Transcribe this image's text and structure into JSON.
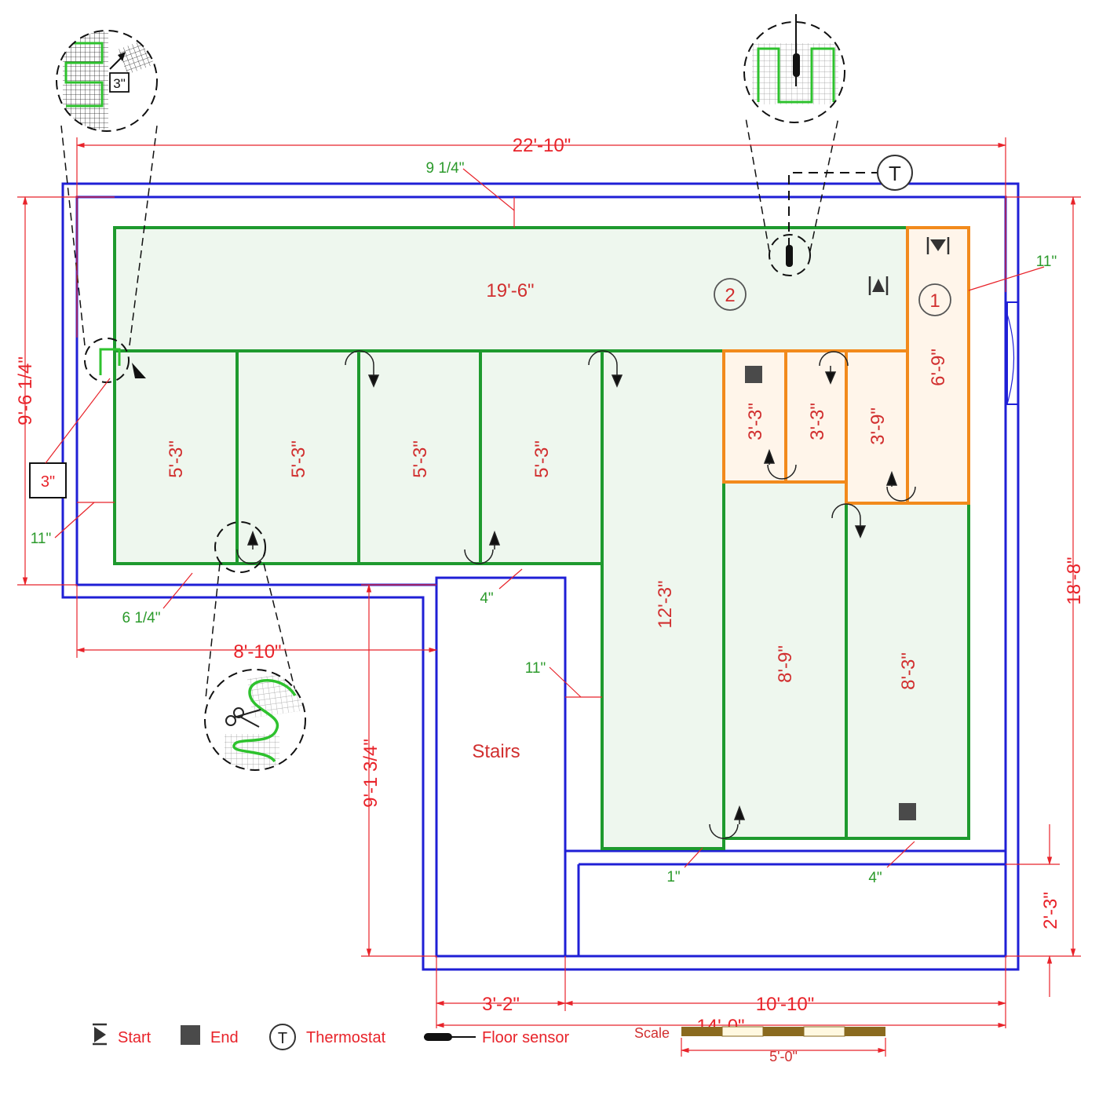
{
  "colors": {
    "wall": "#1f1fd6",
    "mat_green_stroke": "#1e9a2e",
    "mat_green_fill": "#eef7ee",
    "mat_orange_stroke": "#f28a1c",
    "mat_orange_fill": "#fff5ea",
    "dimension": "#e8232a",
    "gap": "#2b9a2b"
  },
  "dimensions": {
    "overall_width": "22'-10\"",
    "left_height": "9'-6 1/4\"",
    "right_height": "18'-8\"",
    "lower_left_width": "8'-10\"",
    "stairs_height": "9'-1 3/4\"",
    "stairs_width": "3'-2\"",
    "lower_right_width": "10'-10\"",
    "bottom_width": "14'-0\"",
    "bottom_strip": "2'-3\""
  },
  "gaps": {
    "top": "9 1/4\"",
    "right": "11\"",
    "left": "11\"",
    "bottom_left": "6 1/4\"",
    "mid_bottom": "4\"",
    "stairs_side": "11\"",
    "bottom_mid": "1\"",
    "bottom_right": "4\"",
    "left_box": "3\"",
    "detail_box": "3\""
  },
  "mats": {
    "top_strip": "19'-6\"",
    "col1": "5'-3\"",
    "col2": "5'-3\"",
    "col3": "5'-3\"",
    "col4": "5'-3\"",
    "long_center": "12'-3\"",
    "orange_a": "3'-3\"",
    "orange_b": "3'-3\"",
    "orange_c": "3'-9\"",
    "orange_tall": "6'-9\"",
    "lower_mid": "8'-9\"",
    "lower_right": "8'-3\""
  },
  "circuits": {
    "one": "1",
    "two": "2"
  },
  "rooms": {
    "stairs": "Stairs"
  },
  "thermostat_symbol": "T",
  "icons": [
    "start-icon",
    "end-icon",
    "thermostat-icon",
    "floor-sensor-icon",
    "scissors-icon",
    "turn-arrow-icon"
  ],
  "legend": {
    "start": "Start",
    "end": "End",
    "thermostat": "Thermostat",
    "floor_sensor": "Floor sensor"
  },
  "scale": {
    "label": "Scale",
    "length": "5'-0\""
  }
}
